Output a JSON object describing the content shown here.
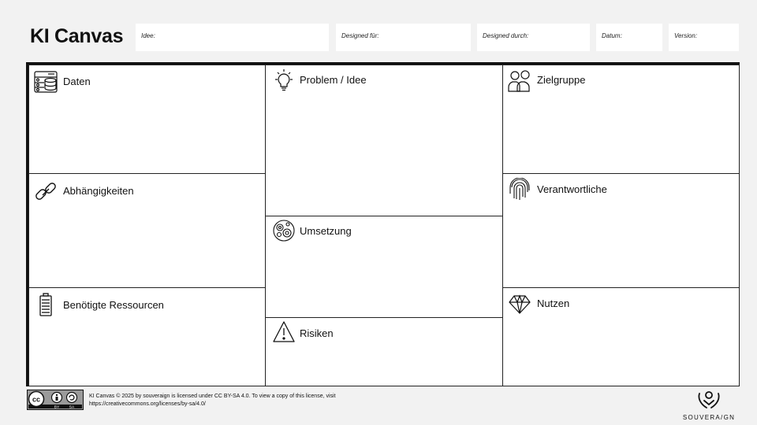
{
  "header": {
    "title": "KI Canvas",
    "fields": [
      {
        "label": "Idee:"
      },
      {
        "label": "Designed für:"
      },
      {
        "label": "Designed durch:"
      },
      {
        "label": "Datum:"
      },
      {
        "label": "Version:"
      }
    ]
  },
  "canvas": {
    "daten": "Daten",
    "abhaengigkeiten": "Abhängigkeiten",
    "ressourcen": "Benötigte Ressourcen",
    "problem": "Problem / Idee",
    "umsetzung": "Umsetzung",
    "risiken": "Risiken",
    "zielgruppe": "Zielgruppe",
    "verantwortliche": "Verantwortliche",
    "nutzen": "Nutzen"
  },
  "icons": {
    "daten": "database-icon",
    "abhaengigkeiten": "link-icon",
    "ressourcen": "battery-icon",
    "problem": "lightbulb-icon",
    "umsetzung": "gears-icon",
    "risiken": "warning-icon",
    "zielgruppe": "users-icon",
    "verantwortliche": "fingerprint-icon",
    "nutzen": "diamond-icon"
  },
  "footer": {
    "license_line1": "KI Canvas  © 2025 by souveraign is licensed under CC BY-SA 4.0. To view a copy of this license, visit",
    "license_line2": "https://creativecommons.org/licenses/by-sa/4.0/",
    "cc_badge": {
      "cc": "cc",
      "by": "BY",
      "sa": "SA"
    },
    "logo_text": "SOUVERA/GN"
  }
}
